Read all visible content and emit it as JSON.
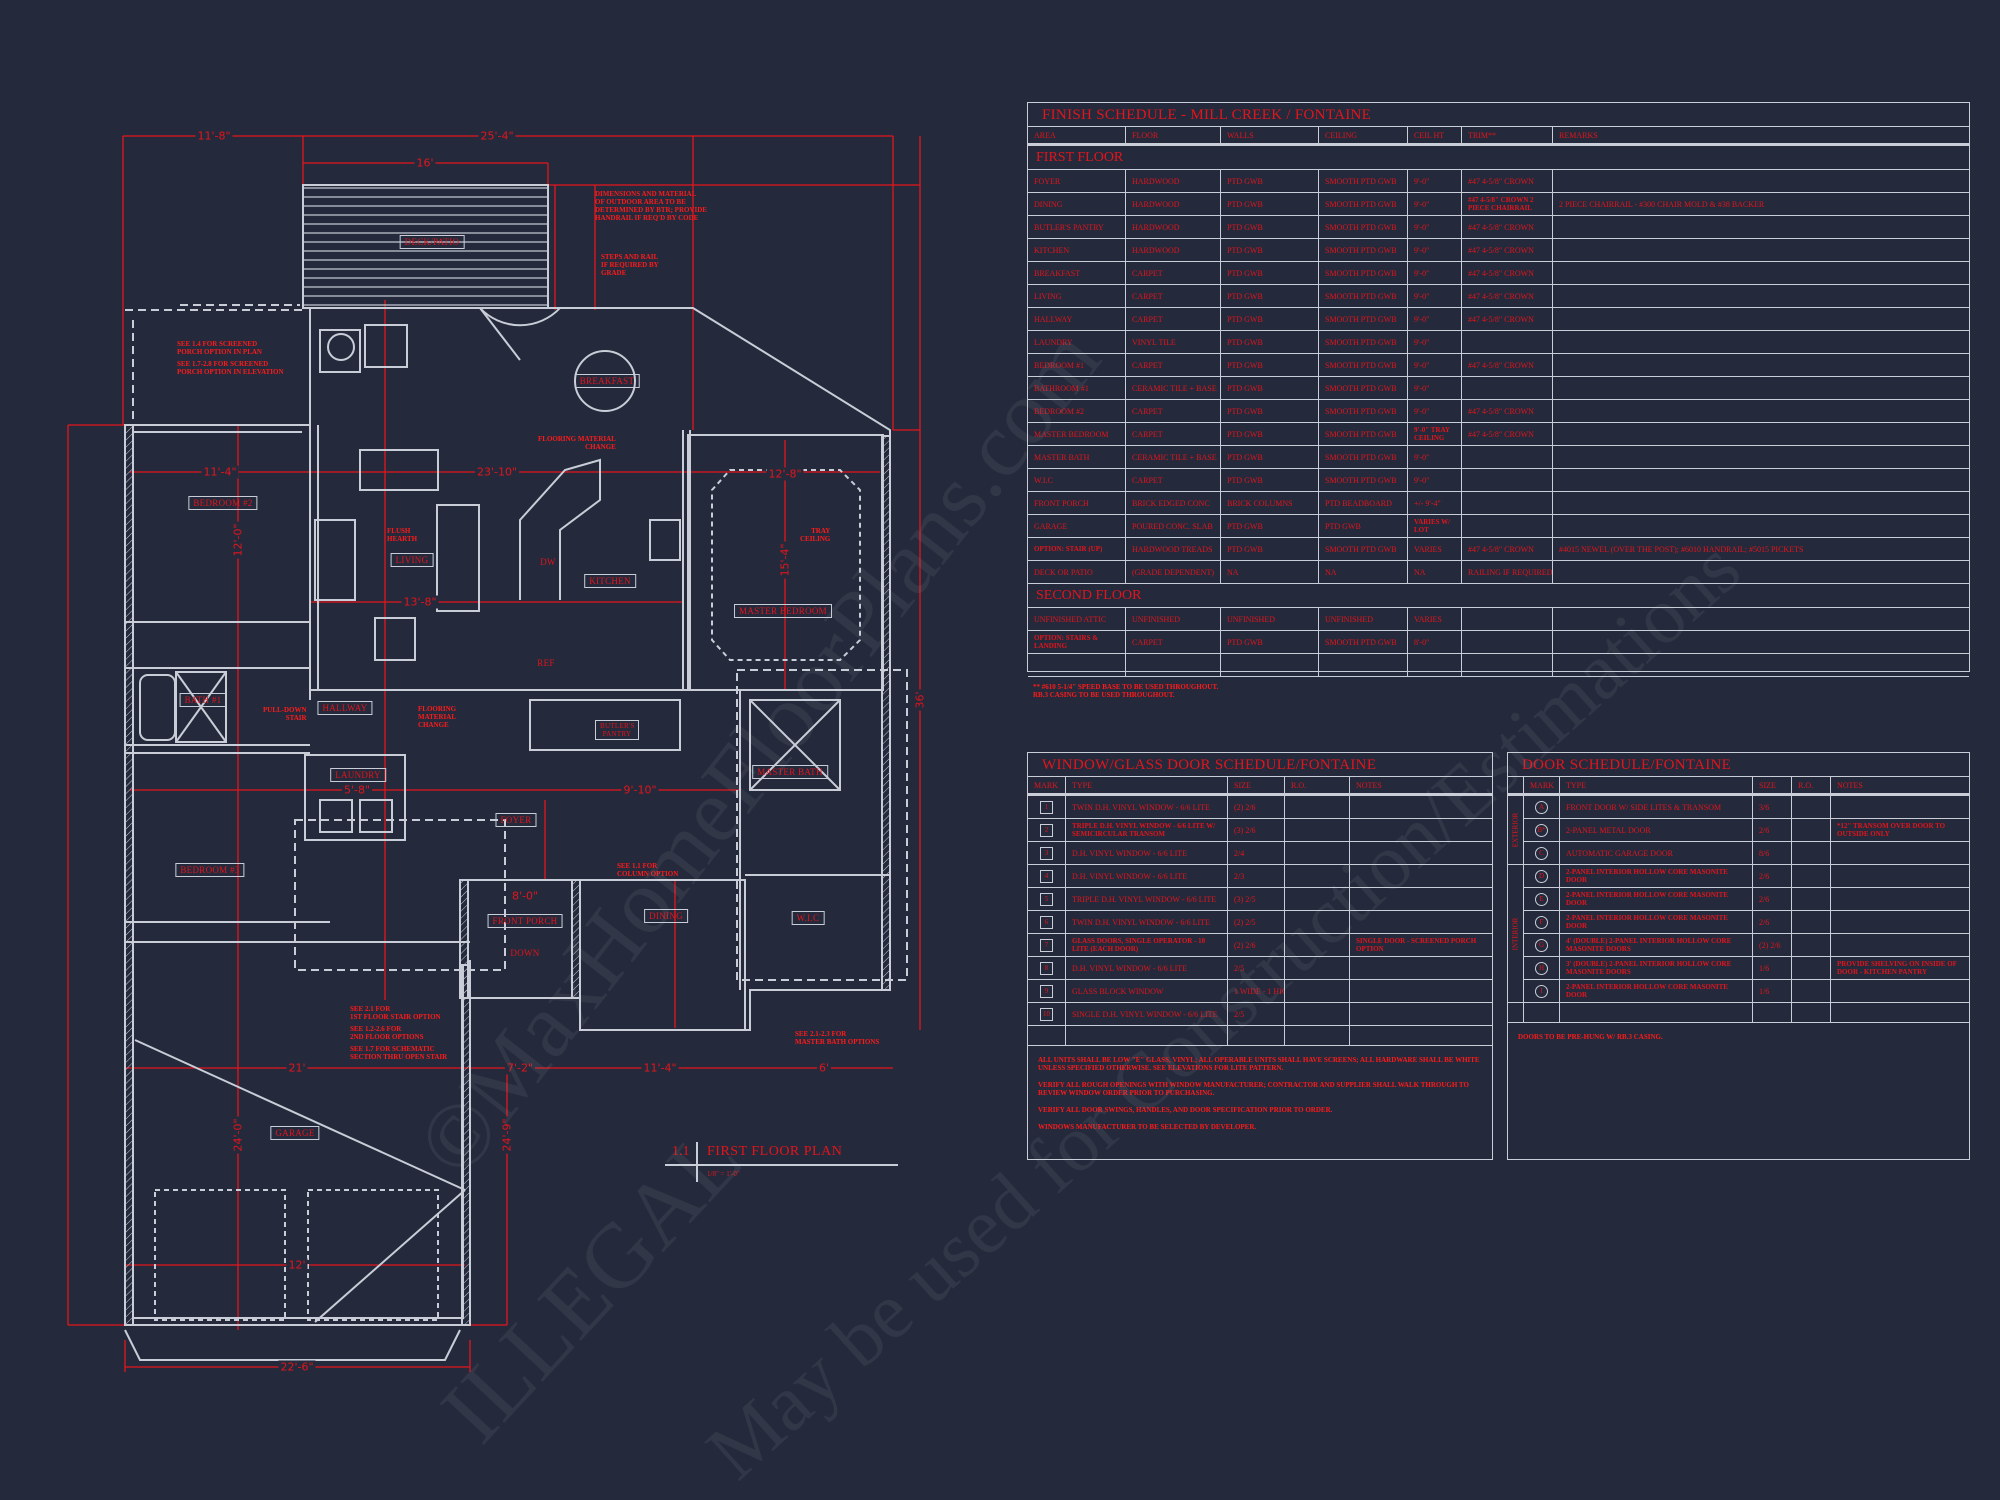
{
  "finish_schedule": {
    "title": "FINISH SCHEDULE - MILL CREEK / FONTAINE",
    "headers": [
      "AREA",
      "FLOOR",
      "WALLS",
      "CEILING",
      "CEIL HT",
      "TRIM**",
      "REMARKS"
    ],
    "sections": [
      {
        "label": "FIRST FLOOR",
        "rows": [
          [
            "FOYER",
            "HARDWOOD",
            "PTD GWB",
            "SMOOTH PTD GWB",
            "9'-0\"",
            "#47 4-5/8\" CROWN",
            ""
          ],
          [
            "DINING",
            "HARDWOOD",
            "PTD GWB",
            "SMOOTH PTD GWB",
            "9'-0\"",
            "#47 4-5/8\" CROWN 2 PIECE CHAIRRAIL",
            "2 PIECE CHAIRRAIL - #300 CHAIR MOLD & #38 BACKER"
          ],
          [
            "BUTLER'S PANTRY",
            "HARDWOOD",
            "PTD GWB",
            "SMOOTH PTD GWB",
            "9'-0\"",
            "#47 4-5/8\" CROWN",
            ""
          ],
          [
            "KITCHEN",
            "HARDWOOD",
            "PTD GWB",
            "SMOOTH PTD GWB",
            "9'-0\"",
            "#47 4-5/8\" CROWN",
            ""
          ],
          [
            "BREAKFAST",
            "CARPET",
            "PTD GWB",
            "SMOOTH PTD GWB",
            "9'-0\"",
            "#47 4-5/8\" CROWN",
            ""
          ],
          [
            "LIVING",
            "CARPET",
            "PTD GWB",
            "SMOOTH PTD GWB",
            "9'-0\"",
            "#47 4-5/8\" CROWN",
            ""
          ],
          [
            "HALLWAY",
            "CARPET",
            "PTD GWB",
            "SMOOTH PTD GWB",
            "9'-0\"",
            "#47 4-5/8\" CROWN",
            ""
          ],
          [
            "LAUNDRY",
            "VINYL TILE",
            "PTD GWB",
            "SMOOTH PTD GWB",
            "9'-0\"",
            "",
            ""
          ],
          [
            "BEDROOM #1",
            "CARPET",
            "PTD GWB",
            "SMOOTH PTD GWB",
            "9'-0\"",
            "#47 4-5/8\" CROWN",
            ""
          ],
          [
            "BATHROOM #1",
            "CERAMIC TILE + BASE",
            "PTD GWB",
            "SMOOTH PTD GWB",
            "9'-0\"",
            "",
            ""
          ],
          [
            "BEDROOM #2",
            "CARPET",
            "PTD GWB",
            "SMOOTH PTD GWB",
            "9'-0\"",
            "#47 4-5/8\" CROWN",
            ""
          ],
          [
            "MASTER BEDROOM",
            "CARPET",
            "PTD GWB",
            "SMOOTH PTD GWB",
            "9'-0\" TRAY CEILING",
            "#47 4-5/8\" CROWN",
            ""
          ],
          [
            "MASTER BATH",
            "CERAMIC TILE + BASE",
            "PTD GWB",
            "SMOOTH PTD GWB",
            "9'-0\"",
            "",
            ""
          ],
          [
            "W.I.C",
            "CARPET",
            "PTD GWB",
            "SMOOTH PTD GWB",
            "9'-0\"",
            "",
            ""
          ],
          [
            "FRONT PORCH",
            "BRICK EDGED CONC",
            "BRICK COLUMNS",
            "PTD BEADBOARD",
            "+/- 9'-4\"",
            "",
            ""
          ],
          [
            "GARAGE",
            "POURED CONC. SLAB",
            "PTD GWB",
            "PTD GWB",
            "VARIES W/ LOT",
            "",
            ""
          ],
          [
            "OPTION: STAIR (UP)",
            "HARDWOOD TREADS",
            "PTD GWB",
            "SMOOTH PTD GWB",
            "VARIES",
            "#47 4-5/8\" CROWN",
            "#4015 NEWEL (OVER THE POST); #6010 HANDRAIL; #5015 PICKETS"
          ],
          [
            "DECK OR PATIO",
            "(GRADE DEPENDENT)",
            "NA",
            "NA",
            "NA",
            "RAILING IF REQUIRED",
            ""
          ]
        ]
      },
      {
        "label": "SECOND FLOOR",
        "rows": [
          [
            "UNFINISHED ATTIC",
            "UNFINISHED",
            "UNFINISHED",
            "UNFINISHED",
            "VARIES",
            "",
            ""
          ],
          [
            "OPTION: STAIRS & LANDING",
            "CARPET",
            "PTD GWB",
            "SMOOTH PTD GWB",
            "8'-0\"",
            "",
            ""
          ],
          [
            "",
            "",
            "",
            "",
            "",
            "",
            ""
          ]
        ]
      }
    ],
    "footnote": "** #610 5-1/4\" SPEED BASE TO BE USED THROUGHOUT.\n   RB.3 CASING TO BE USED THROUGHOUT."
  },
  "window_schedule": {
    "title": "WINDOW/GLASS DOOR SCHEDULE/FONTAINE",
    "headers": [
      "MARK",
      "TYPE",
      "SIZE",
      "R.O.",
      "NOTES"
    ],
    "rows": [
      [
        "1",
        "TWIN D.H. VINYL WINDOW - 6/6 LITE",
        "(2) 2/6",
        "",
        ""
      ],
      [
        "2",
        "TRIPLE D.H. VINYL WINDOW - 6/6 LITE W/ SEMICIRCULAR TRANSOM",
        "(3) 2/6",
        "",
        ""
      ],
      [
        "3",
        "D.H. VINYL WINDOW - 6/6 LITE",
        "2/4",
        "",
        ""
      ],
      [
        "4",
        "D.H. VINYL WINDOW - 6/6 LITE",
        "2/3",
        "",
        ""
      ],
      [
        "5",
        "TRIPLE D.H. VINYL WINDOW - 6/6 LITE",
        "(3) 2/5",
        "",
        ""
      ],
      [
        "6",
        "TWIN D.H. VINYL WINDOW - 6/6 LITE",
        "(2) 2/5",
        "",
        ""
      ],
      [
        "7",
        "GLASS DOORS, SINGLE OPERATOR - 10 LITE (EACH DOOR)",
        "(2) 2/6",
        "",
        "SINGLE DOOR - SCREENED PORCH OPTION"
      ],
      [
        "8",
        "D.H. VINYL WINDOW - 6/6 LITE",
        "2/5",
        "",
        ""
      ],
      [
        "9",
        "GLASS BLOCK WINDOW",
        "1 WIDE - 1 HIGH",
        "",
        ""
      ],
      [
        "10",
        "SINGLE D.H. VINYL WINDOW - 6/6 LITE",
        "2/5",
        "",
        ""
      ]
    ],
    "notes": [
      "ALL UNITS SHALL BE LOW \"E\" GLASS, VINYL; ALL OPERABLE UNITS SHALL HAVE SCREENS; ALL HARDWARE SHALL BE WHITE UNLESS SPECIFIED OTHERWISE. SEE ELEVATIONS FOR LITE PATTERN.",
      "VERIFY ALL ROUGH OPENINGS WITH WINDOW MANUFACTURER; CONTRACTOR AND SUPPLIER SHALL WALK THROUGH TO REVIEW WINDOW ORDER PRIOR TO PURCHASING.",
      "VERIFY ALL DOOR SWINGS, HANDLES, AND DOOR SPECIFICATION PRIOR TO ORDER.",
      "WINDOWS MANUFACTURER TO BE SELECTED BY DEVELOPER."
    ]
  },
  "door_schedule": {
    "title": "DOOR SCHEDULE/FONTAINE",
    "headers": [
      "MARK",
      "TYPE",
      "SIZE",
      "R.O.",
      "NOTES"
    ],
    "groups": [
      "EXTERIOR",
      "INTERIOR"
    ],
    "rows": [
      [
        "A",
        "FRONT DOOR W/ SIDE LITES & TRANSOM",
        "3/6",
        "",
        ""
      ],
      [
        "B*",
        "2-PANEL METAL DOOR",
        "2/6",
        "",
        "*12\" TRANSOM OVER DOOR TO OUTSIDE ONLY"
      ],
      [
        "C",
        "AUTOMATIC GARAGE DOOR",
        "8/6",
        "",
        ""
      ],
      [
        "D",
        "2-PANEL INTERIOR HOLLOW CORE MASONITE DOOR",
        "2/6",
        "",
        ""
      ],
      [
        "E",
        "2-PANEL INTERIOR HOLLOW CORE MASONITE DOOR",
        "2/6",
        "",
        ""
      ],
      [
        "F",
        "2-PANEL INTERIOR HOLLOW CORE MASONITE DOOR",
        "2/6",
        "",
        ""
      ],
      [
        "G",
        "4' (DOUBLE) 2-PANEL INTERIOR HOLLOW CORE MASONITE DOORS",
        "(2) 2/6",
        "",
        ""
      ],
      [
        "H",
        "3' (DOUBLE) 2-PANEL INTERIOR HOLLOW CORE MASONITE DOORS",
        "1/6",
        "",
        "PROVIDE SHELVING ON INSIDE OF DOOR - KITCHEN PANTRY"
      ],
      [
        "I",
        "2-PANEL INTERIOR HOLLOW CORE MASONITE DOOR",
        "1/6",
        "",
        ""
      ]
    ],
    "note": "DOORS TO BE PRE-HUNG W/ RB.3 CASING."
  },
  "plan": {
    "number": "1.1",
    "title": "FIRST FLOOR PLAN",
    "scale": "1/8\" = 1'-0\"",
    "rooms": [
      "DECK/PATIO",
      "BREAKFAST",
      "LIVING",
      "KITCHEN",
      "MASTER BEDROOM",
      "BEDROOM #2",
      "BATH #1",
      "HALLWAY",
      "LAUNDRY",
      "BEDROOM #3",
      "FOYER",
      "FRONT PORCH",
      "DINING",
      "W.I.C",
      "MASTER BATH",
      "BUTLER'S PANTRY",
      "GARAGE",
      "REF",
      "DW",
      "DOWN"
    ],
    "dimensions": [
      "11'-8\"",
      "25'-4\"",
      "16'",
      "11'-4\"",
      "23'-10\"",
      "12'-8\"",
      "13'-8\"",
      "24'-0\"",
      "21'",
      "22'-6\"",
      "5'-8\"",
      "8'-0\"",
      "12'-0\"",
      "24'-9\"",
      "36'",
      "7'-2\"",
      "11'-4\"",
      "6'",
      "12'",
      "9'-10\"",
      "15'-4\""
    ],
    "annotations": [
      "DIMENSIONS AND MATERIAL\nOF OUTDOOR AREA TO BE\nDETERMINED BY BTR; PROVIDE\nHANDRAIL IF REQ'D BY CODE",
      "STEPS AND RAIL\nIF REQUIRED BY\nGRADE",
      "SEE 1.4 FOR SCREENED\nPORCH OPTION IN PLAN",
      "SEE 1.7-2.8 FOR SCREENED\nPORCH OPTION IN ELEVATION",
      "FLOORING MATERIAL\nCHANGE",
      "FLUSH\nHEARTH",
      "TRAY\nCEILING",
      "PULL-DOWN\nSTAIR",
      "FLOORING\nMATERIAL\nCHANGE",
      "SEE 1.1 FOR\nCOLUMN OPTION",
      "SEE 2.1-2.3 FOR\nMASTER BATH OPTIONS",
      "SEE 2.1 FOR\n1ST FLOOR STAIR OPTION",
      "SEE 1.2-2.6 FOR\n2ND FLOOR OPTIONS",
      "SEE 1.7 FOR SCHEMATIC\nSECTION THRU OPEN STAIR"
    ]
  },
  "watermark": [
    "©MaxHomeFloorPlans.com",
    "ILLEGAL",
    "May be used for Construction/Estimations"
  ],
  "colors": {
    "background": "#242a3b",
    "linework": "#c9cdd8",
    "text": "#e3141c"
  }
}
